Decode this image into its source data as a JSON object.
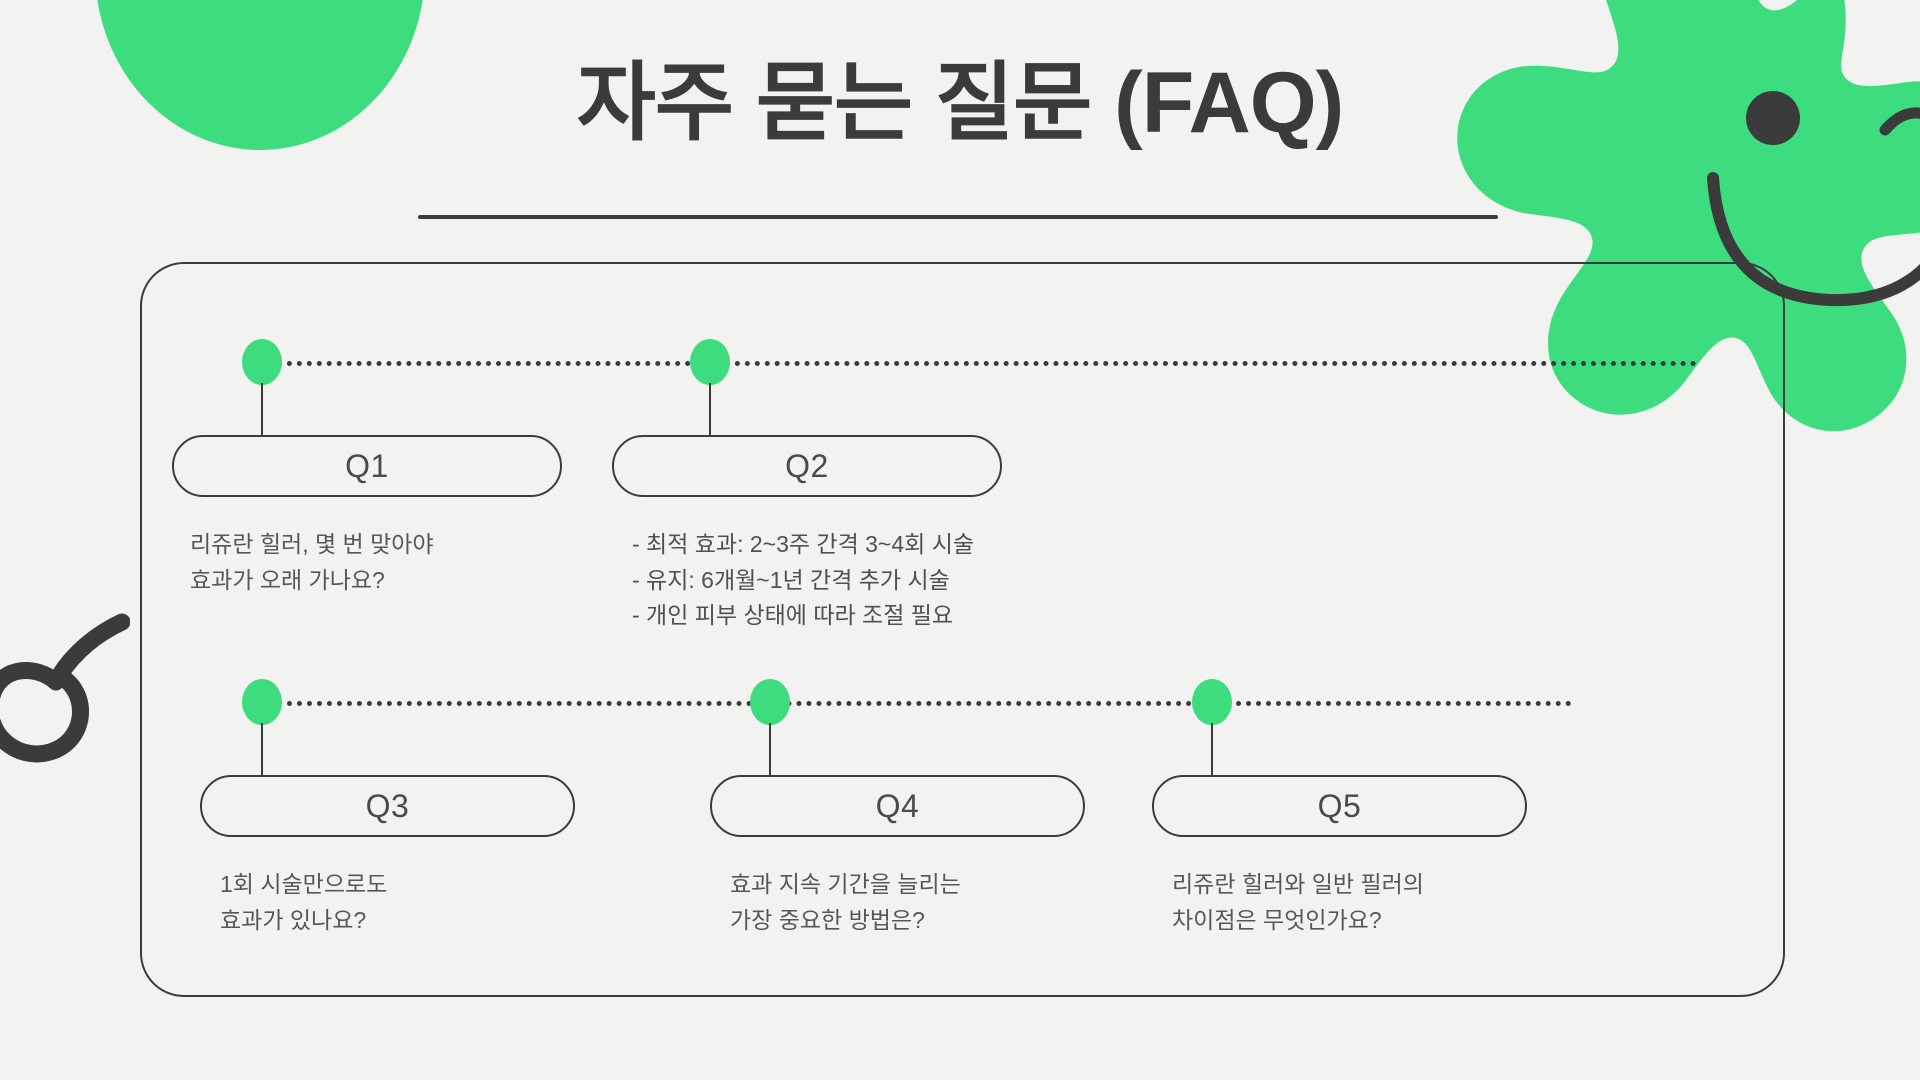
{
  "meta": {
    "background_color": "#f2f2f0",
    "accent_color": "#3ddc7f",
    "ink_color": "#3b3b3b",
    "text_color": "#55585a"
  },
  "header": {
    "title": "자주 묻는 질문 (FAQ)"
  },
  "decorations": [
    {
      "name": "circle-top-left",
      "shape": "circle",
      "color": "#3ddc7f"
    },
    {
      "name": "flower-smiley-top-right",
      "shape": "flower",
      "color": "#3ddc7f",
      "face": "winking-smile"
    },
    {
      "name": "squiggle-loop-left",
      "shape": "looping-line",
      "color": "#3b3b3b"
    }
  ],
  "rows": [
    {
      "name": "row-1",
      "items": [
        {
          "badge": "Q1",
          "text": "리쥬란 힐러, 몇 번 맞아야\n효과가 오래 가나요?",
          "kind": "question"
        },
        {
          "badge": "Q2",
          "text": "- 최적 효과: 2~3주 간격 3~4회 시술\n- 유지: 6개월~1년 간격 추가 시술\n- 개인 피부 상태에 따라 조절 필요",
          "kind": "answer"
        }
      ]
    },
    {
      "name": "row-2",
      "items": [
        {
          "badge": "Q3",
          "text": "1회 시술만으로도\n효과가 있나요?",
          "kind": "question"
        },
        {
          "badge": "Q4",
          "text": "효과 지속 기간을 늘리는\n가장 중요한 방법은?",
          "kind": "question"
        },
        {
          "badge": "Q5",
          "text": "리쥬란 힐러와 일반 필러의\n차이점은 무엇인가요?",
          "kind": "question"
        }
      ]
    }
  ]
}
